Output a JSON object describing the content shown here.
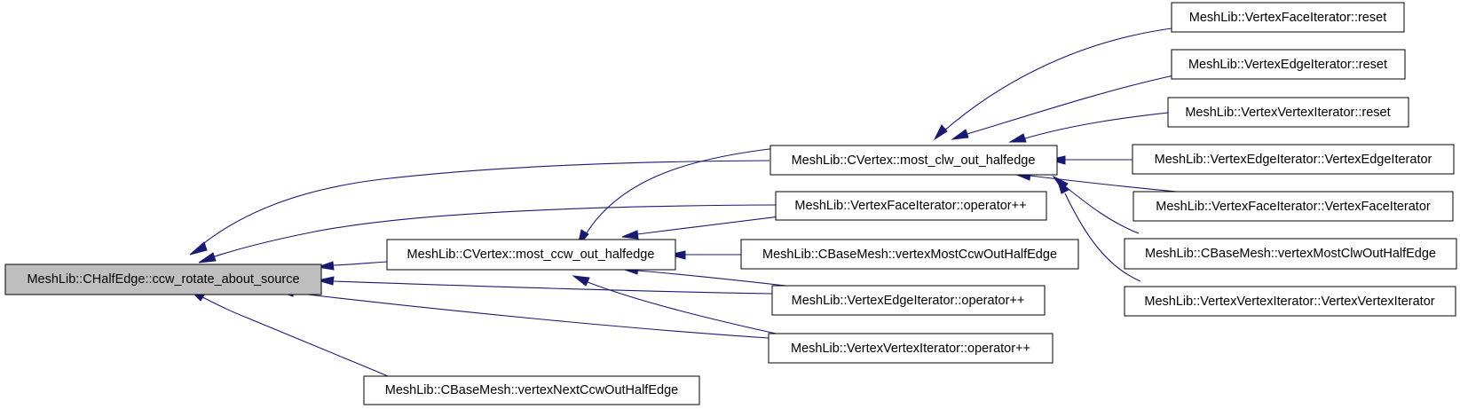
{
  "colors": {
    "edge": "#191970",
    "node_fill": "#ffffff",
    "root_fill": "#bfbfbf",
    "border": "#000000"
  },
  "nodes": {
    "root": "MeshLib::CHalfEdge::ccw_rotate_about_source",
    "most_clw": "MeshLib::CVertex::most_clw_out_halfedge",
    "most_ccw": "MeshLib::CVertex::most_ccw_out_halfedge",
    "vnext": "MeshLib::CBaseMesh::vertexNextCcwOutHalfEdge",
    "vfi_op": "MeshLib::VertexFaceIterator::operator++",
    "vei_op": "MeshLib::VertexEdgeIterator::operator++",
    "vvi_op": "MeshLib::VertexVertexIterator::operator++",
    "vmostccw": "MeshLib::CBaseMesh::vertexMostCcwOutHalfEdge",
    "vfi_reset": "MeshLib::VertexFaceIterator::reset",
    "vei_reset": "MeshLib::VertexEdgeIterator::reset",
    "vvi_reset": "MeshLib::VertexVertexIterator::reset",
    "vei_ctor": "MeshLib::VertexEdgeIterator::VertexEdgeIterator",
    "vfi_ctor": "MeshLib::VertexFaceIterator::VertexFaceIterator",
    "vmostclw": "MeshLib::CBaseMesh::vertexMostClwOutHalfEdge",
    "vvi_ctor": "MeshLib::VertexVertexIterator::VertexVertexIterator"
  }
}
